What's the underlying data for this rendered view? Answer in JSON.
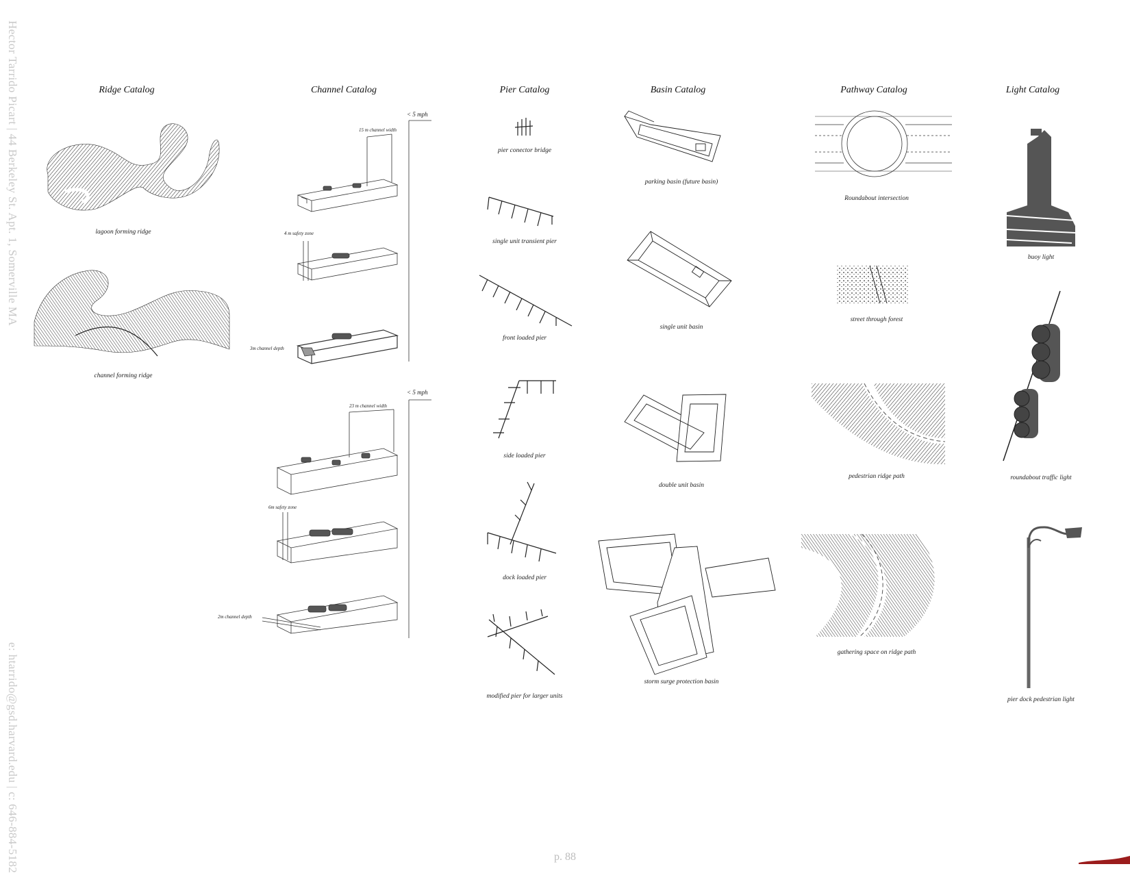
{
  "sidebar": {
    "author_line": "Hector Tarrido Picart | 44 Berkeley St. Apt. 1, Somerville MA",
    "contact_line": "e: htarrido@gsd.harvard.edu | c: 646-884-5182"
  },
  "headings": {
    "ridge": "Ridge  Catalog",
    "channel": "Channel  Catalog",
    "pier": "Pier Catalog",
    "basin": "Basin Catalog",
    "pathway": "Pathway  Catalog",
    "light": "Light  Catalog"
  },
  "ridge": {
    "cap1": "lagoon forming ridge",
    "cap2": "channel forming ridge"
  },
  "channel": {
    "speed_top": "< 5 mph",
    "speed_bottom": "< 5 mph",
    "width1": "15 m channel width",
    "safety1": "4 m safety zone",
    "depth1": "3m channel depth",
    "width2": "23 m channel width",
    "safety2": "6m safety zone",
    "depth2": "2m channel depth"
  },
  "pier": {
    "cap1": "pier conector bridge",
    "cap2": "single unit transient pier",
    "cap3": "front loaded pier",
    "cap4": "side loaded pier",
    "cap5": "dock loaded pier",
    "cap6": "modified pier for larger units"
  },
  "basin": {
    "cap1": "parking basin (future basin)",
    "cap2": "single unit basin",
    "cap3": "double unit basin",
    "cap4": "storm surge protection basin"
  },
  "pathway": {
    "cap1": "Roundabout  intersection",
    "cap2": "street through forest",
    "cap3": "pedestrian ridge path",
    "cap4": "gathering space on ridge path"
  },
  "light": {
    "cap1": "buoy light",
    "cap2": "roundabout traffic light",
    "cap3": "pier dock pedestrian light"
  },
  "footer": {
    "page_number": "p. 88"
  },
  "colors": {
    "accent": "#9b1c1c",
    "sidebar_text": "#c9c9c9"
  }
}
